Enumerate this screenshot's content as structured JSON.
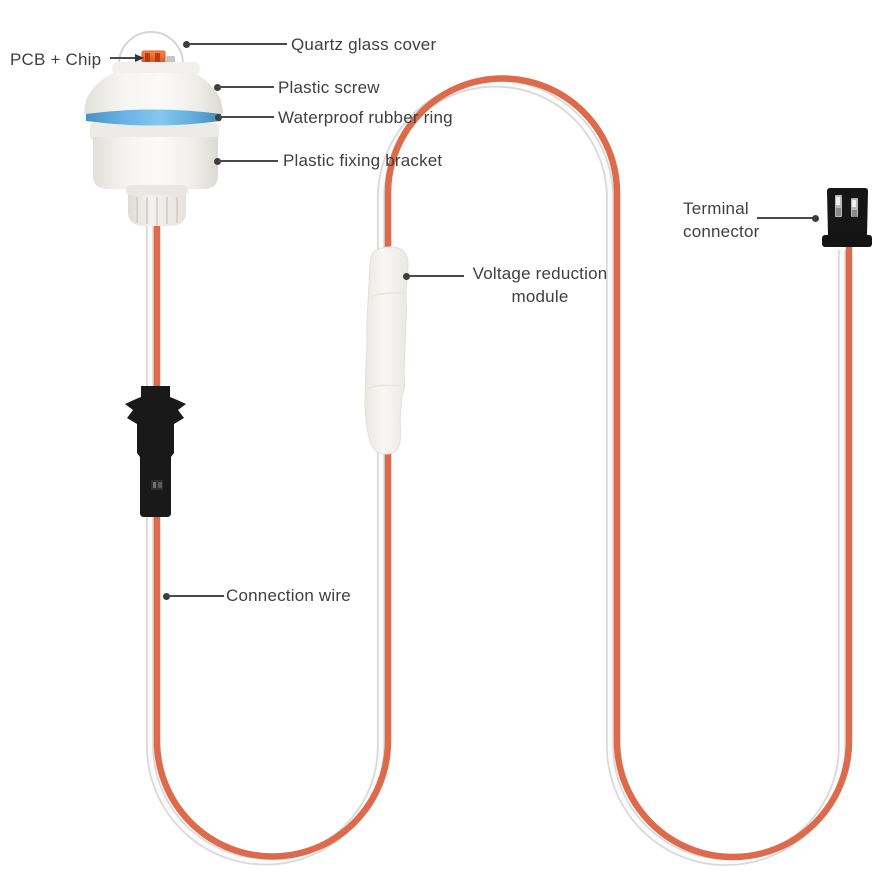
{
  "diagram": {
    "kind": "annotated product diagram",
    "labels": {
      "quartz_glass_cover": "Quartz glass cover",
      "pcb_chip": "PCB + Chip",
      "plastic_screw": "Plastic screw",
      "waterproof_rubber_ring": "Waterproof rubber ring",
      "plastic_fixing_bracket": "Plastic fixing bracket",
      "voltage_reduction_module_line1": "Voltage reduction",
      "voltage_reduction_module_line2": "module",
      "terminal_connector_line1": "Terminal",
      "terminal_connector_line2": "connector",
      "connection_wire": "Connection wire"
    },
    "colors": {
      "background": "#ffffff",
      "wire_orange": "#dd6a4a",
      "wire_white_core": "#fbfbfb",
      "wire_white_outline": "#d9d9d9",
      "rubber_ring_blue": "#5aabdc",
      "plastic_white": "#f4f2ef",
      "connector_black": "#191919",
      "terminal_black": "#161616",
      "chip_orange": "#e05a2e",
      "label_text": "#3f3f3f",
      "leader_line": "#4a4a4a"
    }
  }
}
